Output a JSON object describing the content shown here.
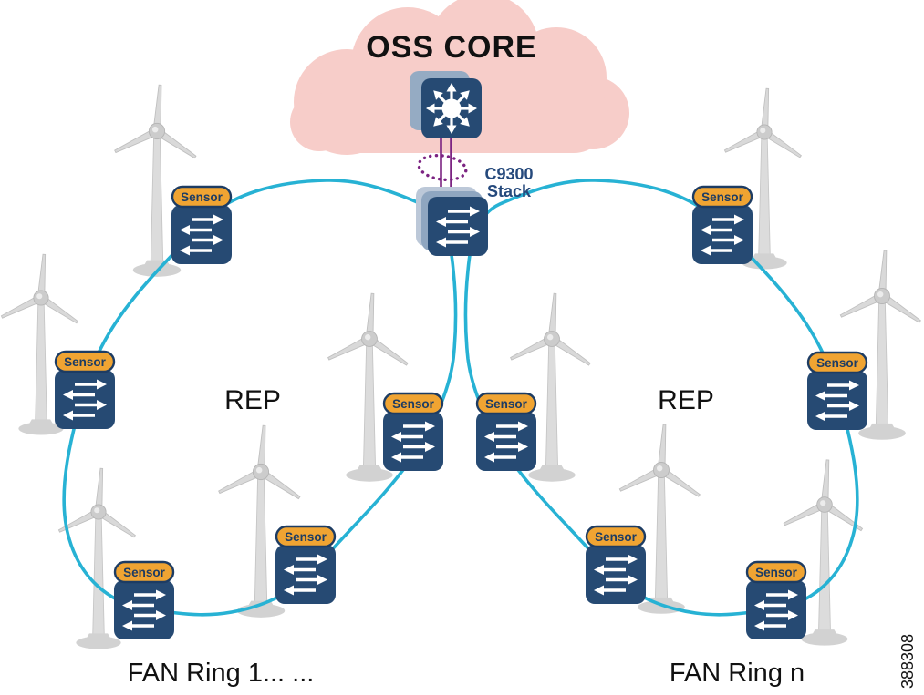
{
  "diagram": {
    "title": "OSS CORE",
    "core_stack": {
      "label_line1": "C9300",
      "label_line2": "Stack"
    },
    "sensor_label": "Sensor",
    "left_ring": {
      "protocol_label": "REP",
      "caption": "FAN Ring 1... ...",
      "sensor_count": 5
    },
    "right_ring": {
      "protocol_label": "REP",
      "caption": "FAN Ring n",
      "sensor_count": 5
    },
    "figure_number": "388308",
    "colors": {
      "navy": "#264a73",
      "white_arrow": "#ffffff",
      "ring_cyan": "#27b2d4",
      "cloud_pink": "#f7cdc9",
      "badge_orange": "#f0a432",
      "badge_border": "#1d3c63",
      "purple": "#7c2482",
      "label_navy": "#25497c",
      "text_black": "#111111",
      "stack_mid": "#8fa6c0",
      "stack_back": "#bcc8d8",
      "core_back": "#95abc3"
    }
  }
}
